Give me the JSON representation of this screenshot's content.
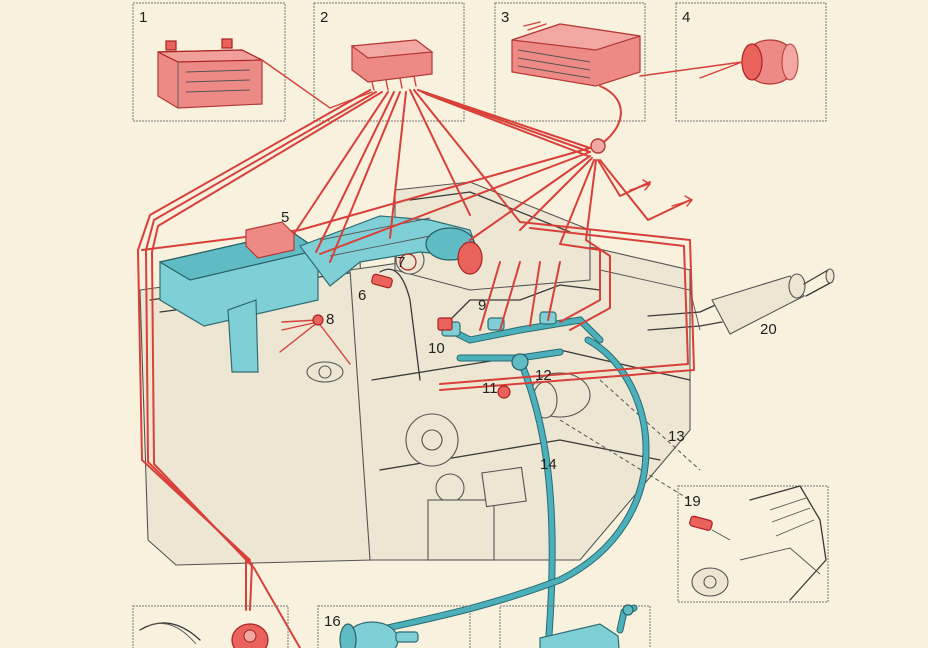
{
  "labels": {
    "l1": "1",
    "l2": "2",
    "l3": "3",
    "l4": "4",
    "l5": "5",
    "l6": "6",
    "l7": "7",
    "l8": "8",
    "l9": "9",
    "l10": "10",
    "l11": "11",
    "l12": "12",
    "l13": "13",
    "l14": "14",
    "l16": "16",
    "l19": "19",
    "l20": "20"
  },
  "colors": {
    "paper": "#f7f1de",
    "wiring_red": "#d8403a",
    "component_red": "#ee8a85",
    "fuel_cyan": "#7fd0d6",
    "line_ink": "#3a3a3a"
  }
}
